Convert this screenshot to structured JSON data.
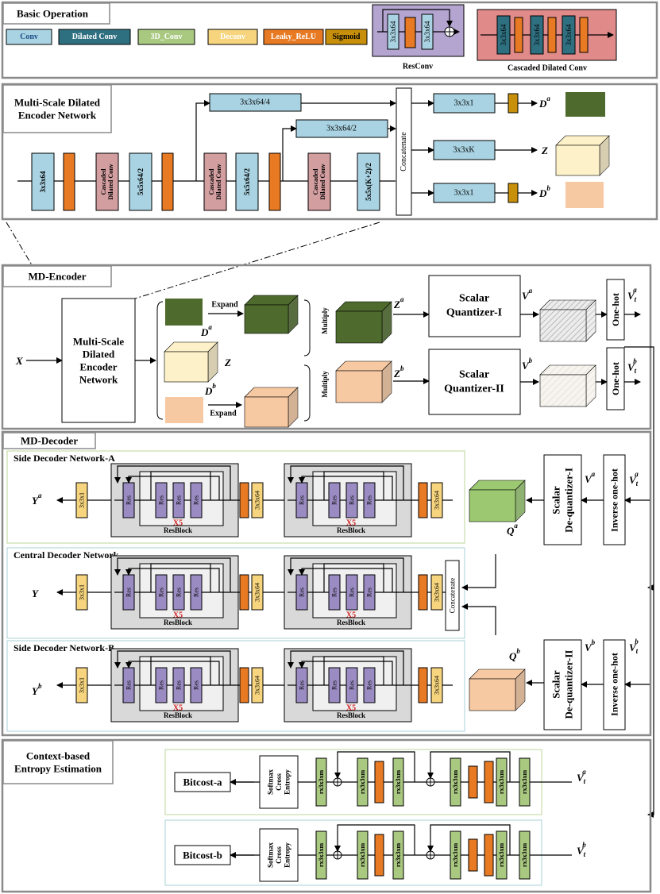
{
  "colors": {
    "conv": "#a9d3e2",
    "dilated": "#2e6f80",
    "conv3d": "#a9c880",
    "deconv": "#f7d57e",
    "leaky": "#e77a23",
    "sigmoid": "#c8900a",
    "resconv_bg": "#b3a4d0",
    "cascaded_bg": "#e08a8a",
    "cascaded_block": "#d39ea0",
    "res": "#9a8cc2",
    "green_cube": "#4e6a2c",
    "cream_cube": "#fdf1c9",
    "peach_cube": "#f7c9a2",
    "light_green_cube": "#9bc870",
    "panel_border": "#8a8a8a",
    "resblock_bg": "#d9d9d9"
  },
  "basic": {
    "title": "Basic Operation",
    "legend": [
      "Conv",
      "Dilated Conv",
      "3D_Conv",
      "Deconv",
      "Leaky_ReLU",
      "Sigmoid"
    ],
    "resconv": {
      "block": "3x3x64",
      "caption": "ResConv"
    },
    "cascaded": {
      "block": "3x3x64",
      "caption": "Cascaded Dilated Conv"
    }
  },
  "msd": {
    "title": "Multi-Scale Dilated\nEncoder Network",
    "conv1": "3x3x64",
    "casc": "Cascaded\nDilated Conv",
    "c552": "5x5x64/2",
    "c552b": "5x5x64/2",
    "c55k": "5x5x(K+2)/2",
    "top1": "3x3x64/4",
    "top2": "3x3x64/2",
    "concat": "Concatenate",
    "out1": "3x3x1",
    "out2": "3x3xK",
    "out3": "3x3x1",
    "da": "D",
    "da_sup": "a",
    "z": "Z",
    "db": "D",
    "db_sup": "b"
  },
  "enc": {
    "title": "MD-Encoder",
    "x": "X",
    "box": "Multi-Scale\nDilated\nEncoder\nNetwork",
    "expand": "Expand",
    "multiply": "Multiply",
    "za": "Z",
    "za_sup": "a",
    "zb": "Z",
    "zb_sup": "b",
    "q1": "Scalar\nQuantizer-I",
    "q2": "Scalar\nQuantizer-II",
    "va": "V",
    "va_sup": "a",
    "vb": "V",
    "vb_sup": "b",
    "onehot": "One-hot",
    "vta": "V",
    "vta_sub": "t",
    "vta_sup": "a",
    "vtb": "V",
    "vtb_sub": "t",
    "vtb_sup": "b"
  },
  "dec": {
    "title": "MD-Decoder",
    "sideA": "Side Decoder Network-A",
    "central": "Central Decoder Network",
    "sideB": "Side Decoder Network-B",
    "res": "Res",
    "x5": "X5",
    "resblock": "ResBlock",
    "conv64": "3x3x64",
    "conv1": "3x3x1",
    "concat": "Concatenate",
    "ya": "Y",
    "ya_sup": "a",
    "y": "Y",
    "yb": "Y",
    "yb_sup": "b",
    "qa": "Q",
    "qa_sup": "a",
    "qb": "Q",
    "qb_sup": "b",
    "deq1": "Scalar\nDe-quantizer-I",
    "deq2": "Scalar\nDe-quantizer-II",
    "inv": "Inverse one-hot"
  },
  "entropy": {
    "title": "Context-based\nEntropy Estimation",
    "bitcost_a": "Bitcost-a",
    "bitcost_b": "Bitcost-b",
    "softmax": "Softmax\nCross\nEntropy",
    "conv": "rx3x3xm"
  }
}
